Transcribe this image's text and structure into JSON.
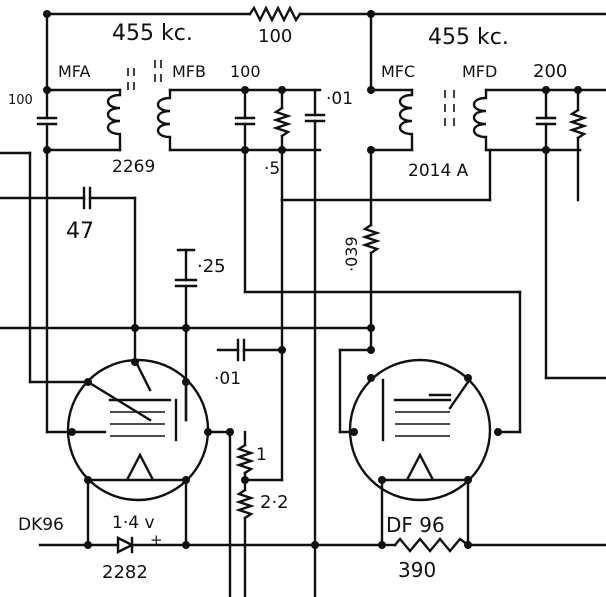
{
  "labels": {
    "if_freq_1": "455 kc.",
    "if_freq_2": "455 kc.",
    "top_resistor": "100",
    "mfa": "MFA",
    "mfb": "MFB",
    "mfb_cap": "100",
    "mfc": "MFC",
    "mfd": "MFD",
    "mfd_cap": "200",
    "left_cap": "100",
    "cap_01_top": "·01",
    "transformer_1": "2269",
    "transformer_2": "2014 A",
    "res_5": "·5",
    "cap_47": "47",
    "res_039": "·039",
    "cap_25": "·25",
    "cap_01_mid": "·01",
    "res_1": "1",
    "res_22": "2·2",
    "tube_1": "DK96",
    "tube_2": "DF 96",
    "voltage": "1·4 v",
    "diode": "2282",
    "plus": "+",
    "res_390": "390"
  },
  "colors": {
    "ink": "#111111",
    "paper": "#ffffff"
  }
}
